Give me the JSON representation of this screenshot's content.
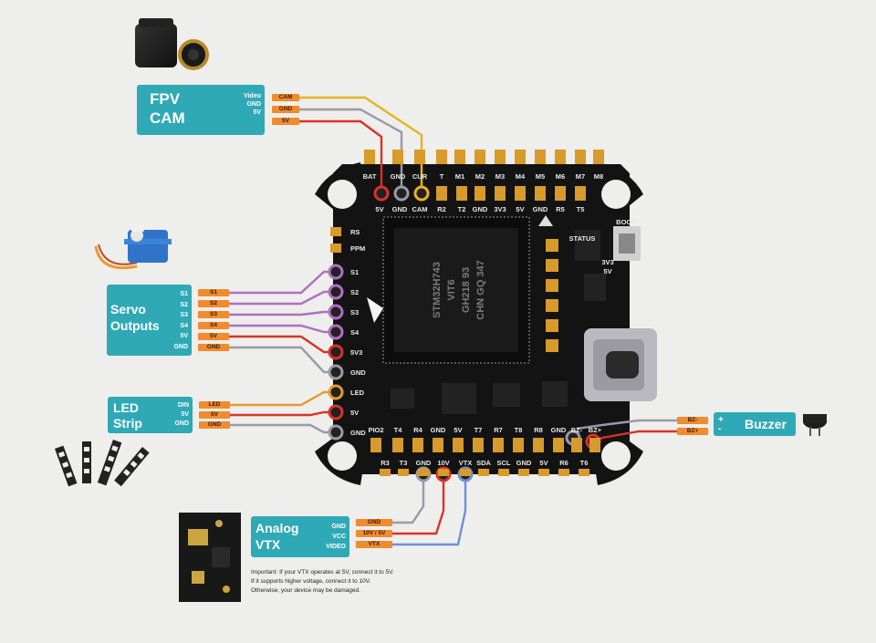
{
  "fpv_cam": {
    "title_line1": "FPV",
    "title_line2": "CAM",
    "pins": [
      "Video",
      "GND",
      "5V"
    ],
    "tags": [
      "CAM",
      "GND",
      "5V"
    ]
  },
  "servo": {
    "title_line1": "Servo",
    "title_line2": "Outputs",
    "pins": [
      "S1",
      "S2",
      "S3",
      "S4",
      "5V",
      "GND"
    ],
    "tags": [
      "S1",
      "S2",
      "S3",
      "S4",
      "5V",
      "GND"
    ]
  },
  "led": {
    "title_line1": "LED",
    "title_line2": "Strip",
    "pins": [
      "DIN",
      "5V",
      "GND"
    ],
    "tags": [
      "LED",
      "5V",
      "GND"
    ]
  },
  "vtx": {
    "title_line1": "Analog",
    "title_line2": "VTX",
    "pins": [
      "GND",
      "VCC",
      "VIDEO"
    ],
    "tags": [
      "GND",
      "10V / 5V",
      "VTX"
    ]
  },
  "buzzer": {
    "title": "Buzzer",
    "tags": [
      "BZ-",
      "BZ+"
    ]
  },
  "board": {
    "top_labels": [
      "BAT",
      "GND",
      "CUR",
      "T",
      "M1",
      "M2",
      "M3",
      "M4",
      "M5",
      "M6",
      "M7",
      "M8"
    ],
    "top_lower_labels": [
      "5V",
      "GND",
      "CAM",
      "R2",
      "T2",
      "GND",
      "3V3",
      "5V",
      "GND",
      "R5",
      "T5"
    ],
    "left_labels": [
      "RS",
      "PPM",
      "S1",
      "S2",
      "S3",
      "S4",
      "5V3",
      "GND",
      "LED",
      "5V",
      "GND"
    ],
    "bottom_labels": [
      "PIO2",
      "T4",
      "R4",
      "GND",
      "5V",
      "T7",
      "R7",
      "T8",
      "R8",
      "GND",
      "BZ-",
      "BZ+"
    ],
    "bottom_lower_labels": [
      "R3",
      "T3",
      "GND",
      "10V",
      "VTX",
      "SDA",
      "SCL",
      "GND",
      "5V",
      "R6",
      "T6"
    ],
    "chip_text": [
      "STM32H743",
      "VIT6",
      "GH218 93",
      "CHN GQ 347"
    ],
    "boot_label": "BOOT",
    "small_labels": [
      "STATUS",
      "3V3",
      "5V"
    ]
  },
  "note": {
    "line1": "Important: If your VTX operates at 5V, connect it to 5V.",
    "line2": "If it supports higher voltage, connect it to 10V.",
    "line3": "Otherwise, your device may be damaged."
  },
  "colors": {
    "label_bg": "#2fa9b6",
    "tag": "#f08b2e",
    "board": "#141414",
    "pad": "#d89a2a",
    "wire_red": "#d8332a",
    "wire_yellow": "#e8b320",
    "wire_gray": "#9a9aa6",
    "wire_purple": "#b06fbf",
    "wire_blue": "#6f8fd8",
    "wire_orange": "#e89a30"
  }
}
